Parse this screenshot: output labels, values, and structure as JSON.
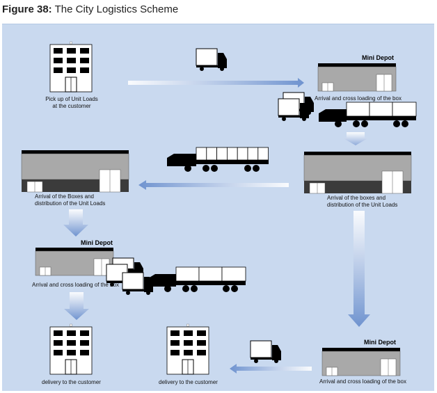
{
  "figure": {
    "label": "Figure 38:",
    "title": "The City Logistics Scheme"
  },
  "captions": {
    "pickup_line1": "Pick up of Unit Loads",
    "pickup_line2": "at the customer",
    "mini_depot": "Mini Depot",
    "arrival_cross": "Arrival and cross loading of the box",
    "arrival_boxes_left_1": "Arrival of the Boxes and",
    "arrival_boxes_left_2": "distribution of the Unit Loads",
    "arrival_boxes_right_1": "Arrival of the boxes and",
    "arrival_boxes_right_2": "distribution of the Unit Loads",
    "delivery": "delivery to the customer"
  },
  "colors": {
    "panel": "#c9d9ef",
    "arrow": "#6f93cf",
    "depot_wall": "#a8a8a8",
    "depot_base": "#3a3a3a",
    "ink": "#000000"
  }
}
